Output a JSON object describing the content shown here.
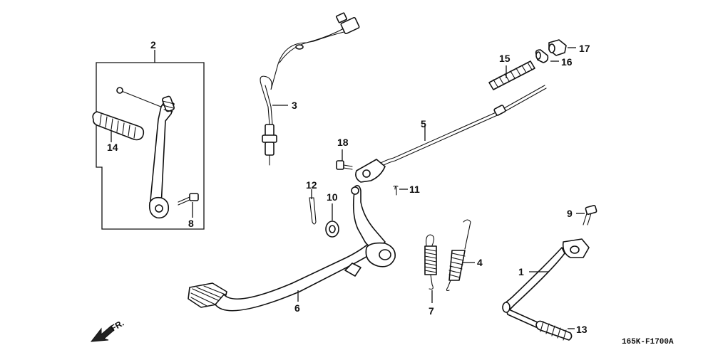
{
  "diagram": {
    "drawing_code": "165K-F1700A",
    "direction_label": "FR.",
    "callouts": {
      "p1": "1",
      "p2": "2",
      "p3": "3",
      "p4": "4",
      "p5": "5",
      "p6": "6",
      "p7": "7",
      "p8": "8",
      "p9": "9",
      "p10": "10",
      "p11": "11",
      "p12": "12",
      "p13": "13",
      "p14": "14",
      "p15": "15",
      "p16": "16",
      "p17": "17",
      "p18": "18"
    }
  }
}
